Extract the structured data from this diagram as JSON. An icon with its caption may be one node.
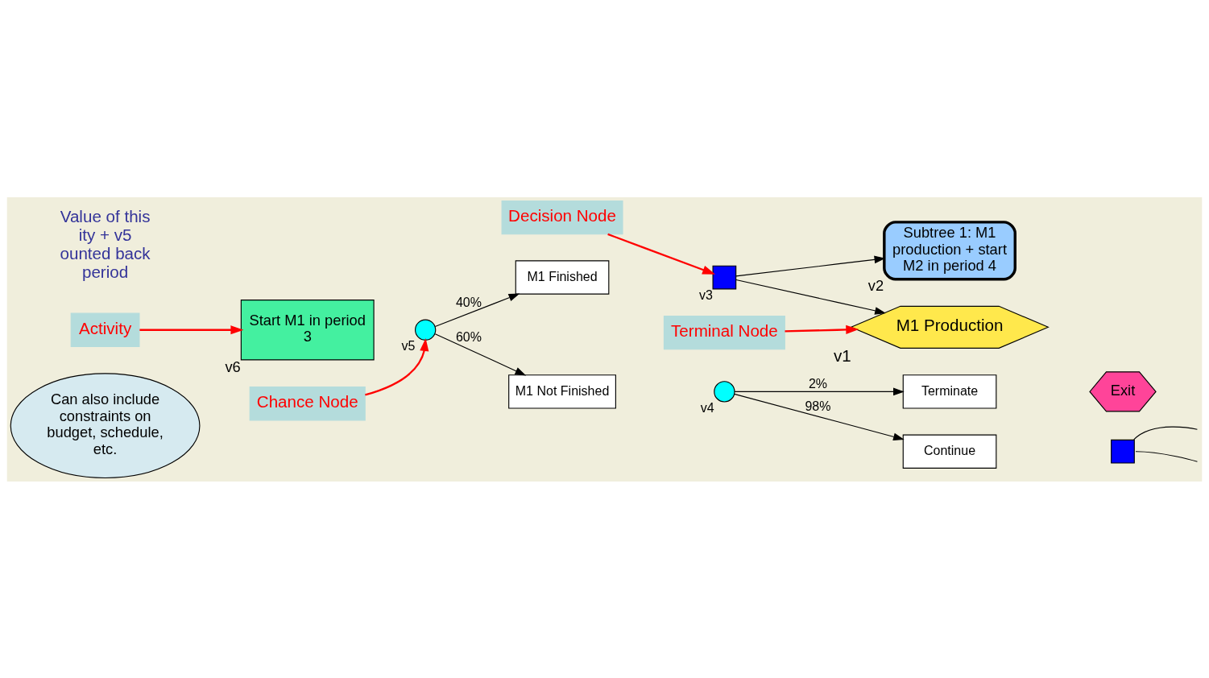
{
  "diagram": {
    "nodes": [
      {
        "text": [
          "Can also include constraints on budget, schedule, etc."
        ]
      },
      {
        "text": [
          "Decision Node"
        ]
      },
      {
        "text": [
          "Terminal Node"
        ]
      },
      {
        "text": [
          "M1 Production"
        ],
        "beside": [
          "v1"
        ]
      },
      {
        "text": [
          "Subtree 1: M1 production + start M2 in period 4"
        ],
        "beside": [
          "v2"
        ]
      },
      {
        "text": [],
        "shape": "box",
        "beside": [
          "v3"
        ]
      },
      {
        "text": [
          "M1 Finished"
        ]
      },
      {
        "text": [
          "Activity"
        ]
      },
      {
        "text": [
          "Start M1 in period 3"
        ],
        "beside": [
          "v6"
        ]
      },
      {
        "text": [],
        "shape": "circle",
        "beside": [
          "v5"
        ]
      },
      {
        "text": [
          "M1 Not Finished"
        ]
      },
      {
        "text": [],
        "shape": "circle",
        "beside": [
          "v4"
        ]
      },
      {
        "text": [
          "Continue"
        ]
      },
      {
        "text": [],
        "shape": "box"
      },
      {
        "text": [
          "Terminate"
        ]
      },
      {
        "text": [
          "Exit"
        ]
      },
      {
        "text": [
          "Chance Node"
        ]
      }
    ],
    "edges": [
      {
        "from": 1,
        "to": 5,
        "arrow": "to",
        "color": "#ff0000"
      },
      {
        "from": 2,
        "to": 3,
        "arrow": "to",
        "color": "#ff0000"
      },
      {
        "from": 7,
        "to": 8,
        "arrow": "to",
        "color": "#ff0000"
      },
      {
        "from": 16,
        "to": 9,
        "arrow": "to",
        "color": "#ff0000"
      },
      {
        "from": 9,
        "to": 6,
        "arrow": "to",
        "label": "40%"
      },
      {
        "from": 9,
        "to": 10,
        "arrow": "to",
        "label": "60%"
      },
      {
        "from": 5,
        "to": 3,
        "arrow": "to"
      },
      {
        "from": 5,
        "to": 4,
        "arrow": "to"
      },
      {
        "from": 11,
        "to": 12,
        "arrow": "to",
        "label": "98%"
      },
      {
        "from": 11,
        "to": 14,
        "arrow": "to",
        "label": "2%"
      },
      {
        "from": 13,
        "to": null,
        "arrow": "none"
      },
      {
        "from": 13,
        "to": null,
        "arrow": "none"
      }
    ],
    "labels": [
      "Value of this ity + v5 ounted back period"
    ]
  }
}
